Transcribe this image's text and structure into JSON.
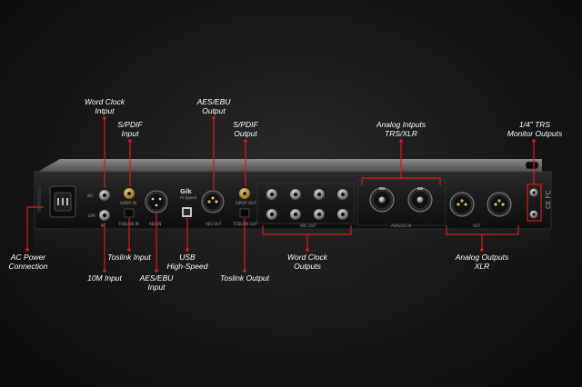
{
  "colors": {
    "callout": "#d21c1c",
    "label_text": "#ffffff",
    "chassis": "#1b1b1b"
  },
  "labels": {
    "word_clock_input": [
      "Word Clock",
      "Intput"
    ],
    "spdif_input": [
      "S/PDIF",
      "Input"
    ],
    "aes_ebu_output": [
      "AES/EBU",
      "Output"
    ],
    "spdif_output": [
      "S/PDIF",
      "Output"
    ],
    "analog_inputs": [
      "Analog Intputs",
      "TRS/XLR"
    ],
    "trs_monitor": [
      "1/4\" TRS",
      "Monitor Outputs"
    ],
    "ac_power": [
      "AC Power",
      "Connection"
    ],
    "toslink_input": [
      "Toslink Input"
    ],
    "tenm_input": [
      "10M Input"
    ],
    "aes_ebu_input": [
      "AES/EBU",
      "Input"
    ],
    "usb_highspeed": [
      "USB",
      "High-Speed"
    ],
    "toslink_output": [
      "Toslink Output"
    ],
    "word_clock_outputs": [
      "Word Clock",
      "Outputs"
    ],
    "analog_outputs": [
      "Analog Outputs",
      "XLR"
    ]
  },
  "panel": {
    "wc_in_label": "WC",
    "tenm_label": "10M",
    "in_label": "IN",
    "spdif_in": "S/PDIF IN",
    "toslink_in": "TOSLINK IN",
    "aes_in": "AES IN",
    "brand": "Gik",
    "usb_text": "Hi-Speed",
    "aes_out": "AES OUT",
    "spdif_out": "S/PDIF OUT",
    "toslink_out": "TOSLINK OUT",
    "wc_out": "W/C OUT",
    "analog_in": "ANALOG IN",
    "analog_out": "OUT",
    "compliance": "CE FC"
  }
}
